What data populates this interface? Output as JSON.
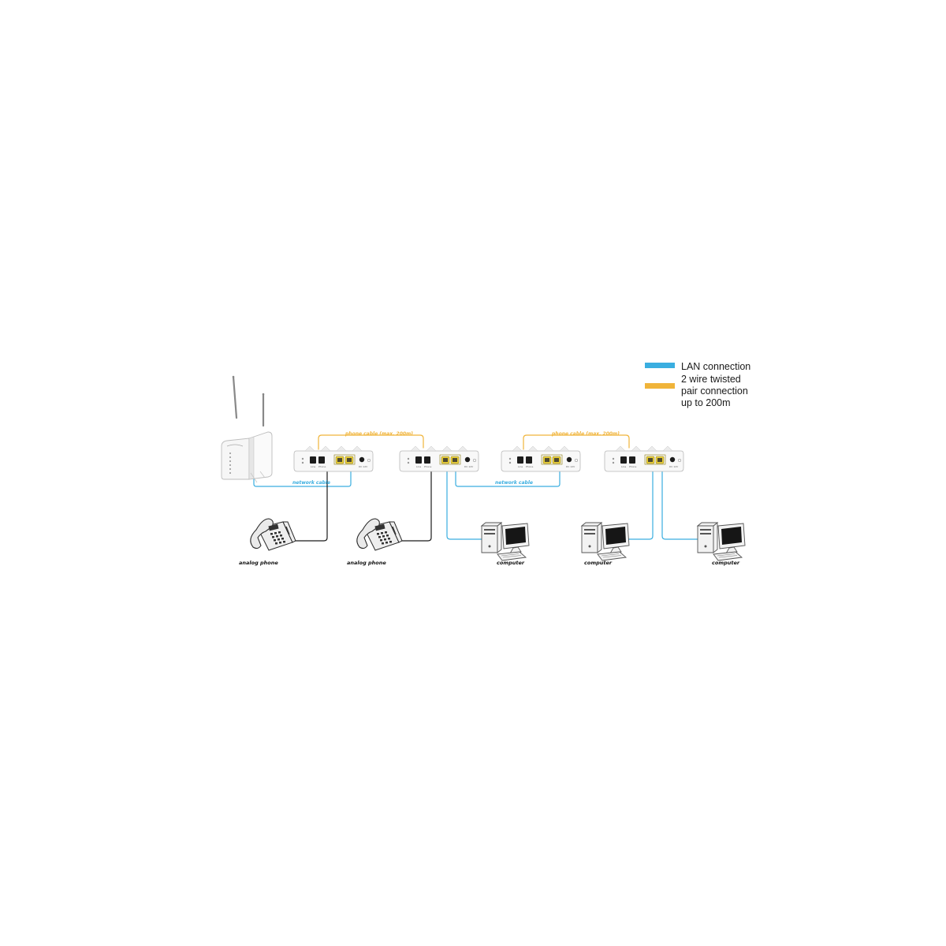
{
  "legend": {
    "items": [
      {
        "color": "#3aaee0",
        "lines": [
          "LAN connection"
        ]
      },
      {
        "color": "#f0b43a",
        "lines": [
          "2 wire twisted",
          "pair connection",
          "up to 200m"
        ]
      }
    ]
  },
  "cables": {
    "phone_label_1": "phone cable (max. 200m)",
    "phone_label_2": "phone cable (max. 200m)",
    "network_label_1": "network cable",
    "network_label_2": "network cable"
  },
  "devices": {
    "phone_1": "analog phone",
    "phone_2": "analog phone",
    "computer_1": "computer",
    "computer_2": "computer",
    "computer_3": "computer"
  },
  "colors": {
    "lan": "#3aaee0",
    "twisted_pair": "#f0b43a",
    "phone_line": "#1a1a1a"
  },
  "icons": [
    "router-icon",
    "extender-unit-icon",
    "analog-phone-icon",
    "computer-icon"
  ]
}
